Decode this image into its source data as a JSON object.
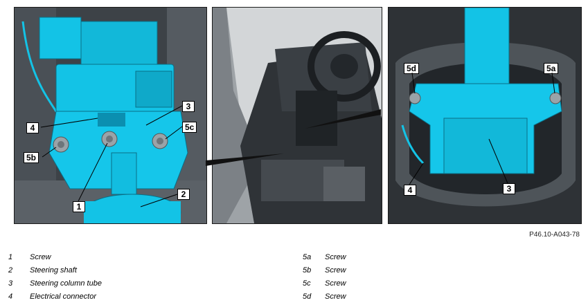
{
  "callouts": {
    "p1_4": "4",
    "p1_3": "3",
    "p1_5c": "5c",
    "p1_5b": "5b",
    "p1_2": "2",
    "p1_1": "1",
    "p3_5d": "5d",
    "p3_5a": "5a",
    "p3_4": "4",
    "p3_3": "3"
  },
  "doc_ref": "P46.10-A043-78",
  "legend_left": [
    {
      "num": "1",
      "label": "Screw"
    },
    {
      "num": "2",
      "label": "Steering shaft"
    },
    {
      "num": "3",
      "label": "Steering column tube"
    },
    {
      "num": "4",
      "label": "Electrical connector"
    }
  ],
  "legend_right": [
    {
      "num": "5a",
      "label": "Screw"
    },
    {
      "num": "5b",
      "label": "Screw"
    },
    {
      "num": "5c",
      "label": "Screw"
    },
    {
      "num": "5d",
      "label": "Screw"
    }
  ],
  "colors": {
    "highlight": "#13c3e6",
    "highlight_dark": "#0a93b3",
    "background_dark": "#3b4046",
    "callout_border": "#000000"
  }
}
